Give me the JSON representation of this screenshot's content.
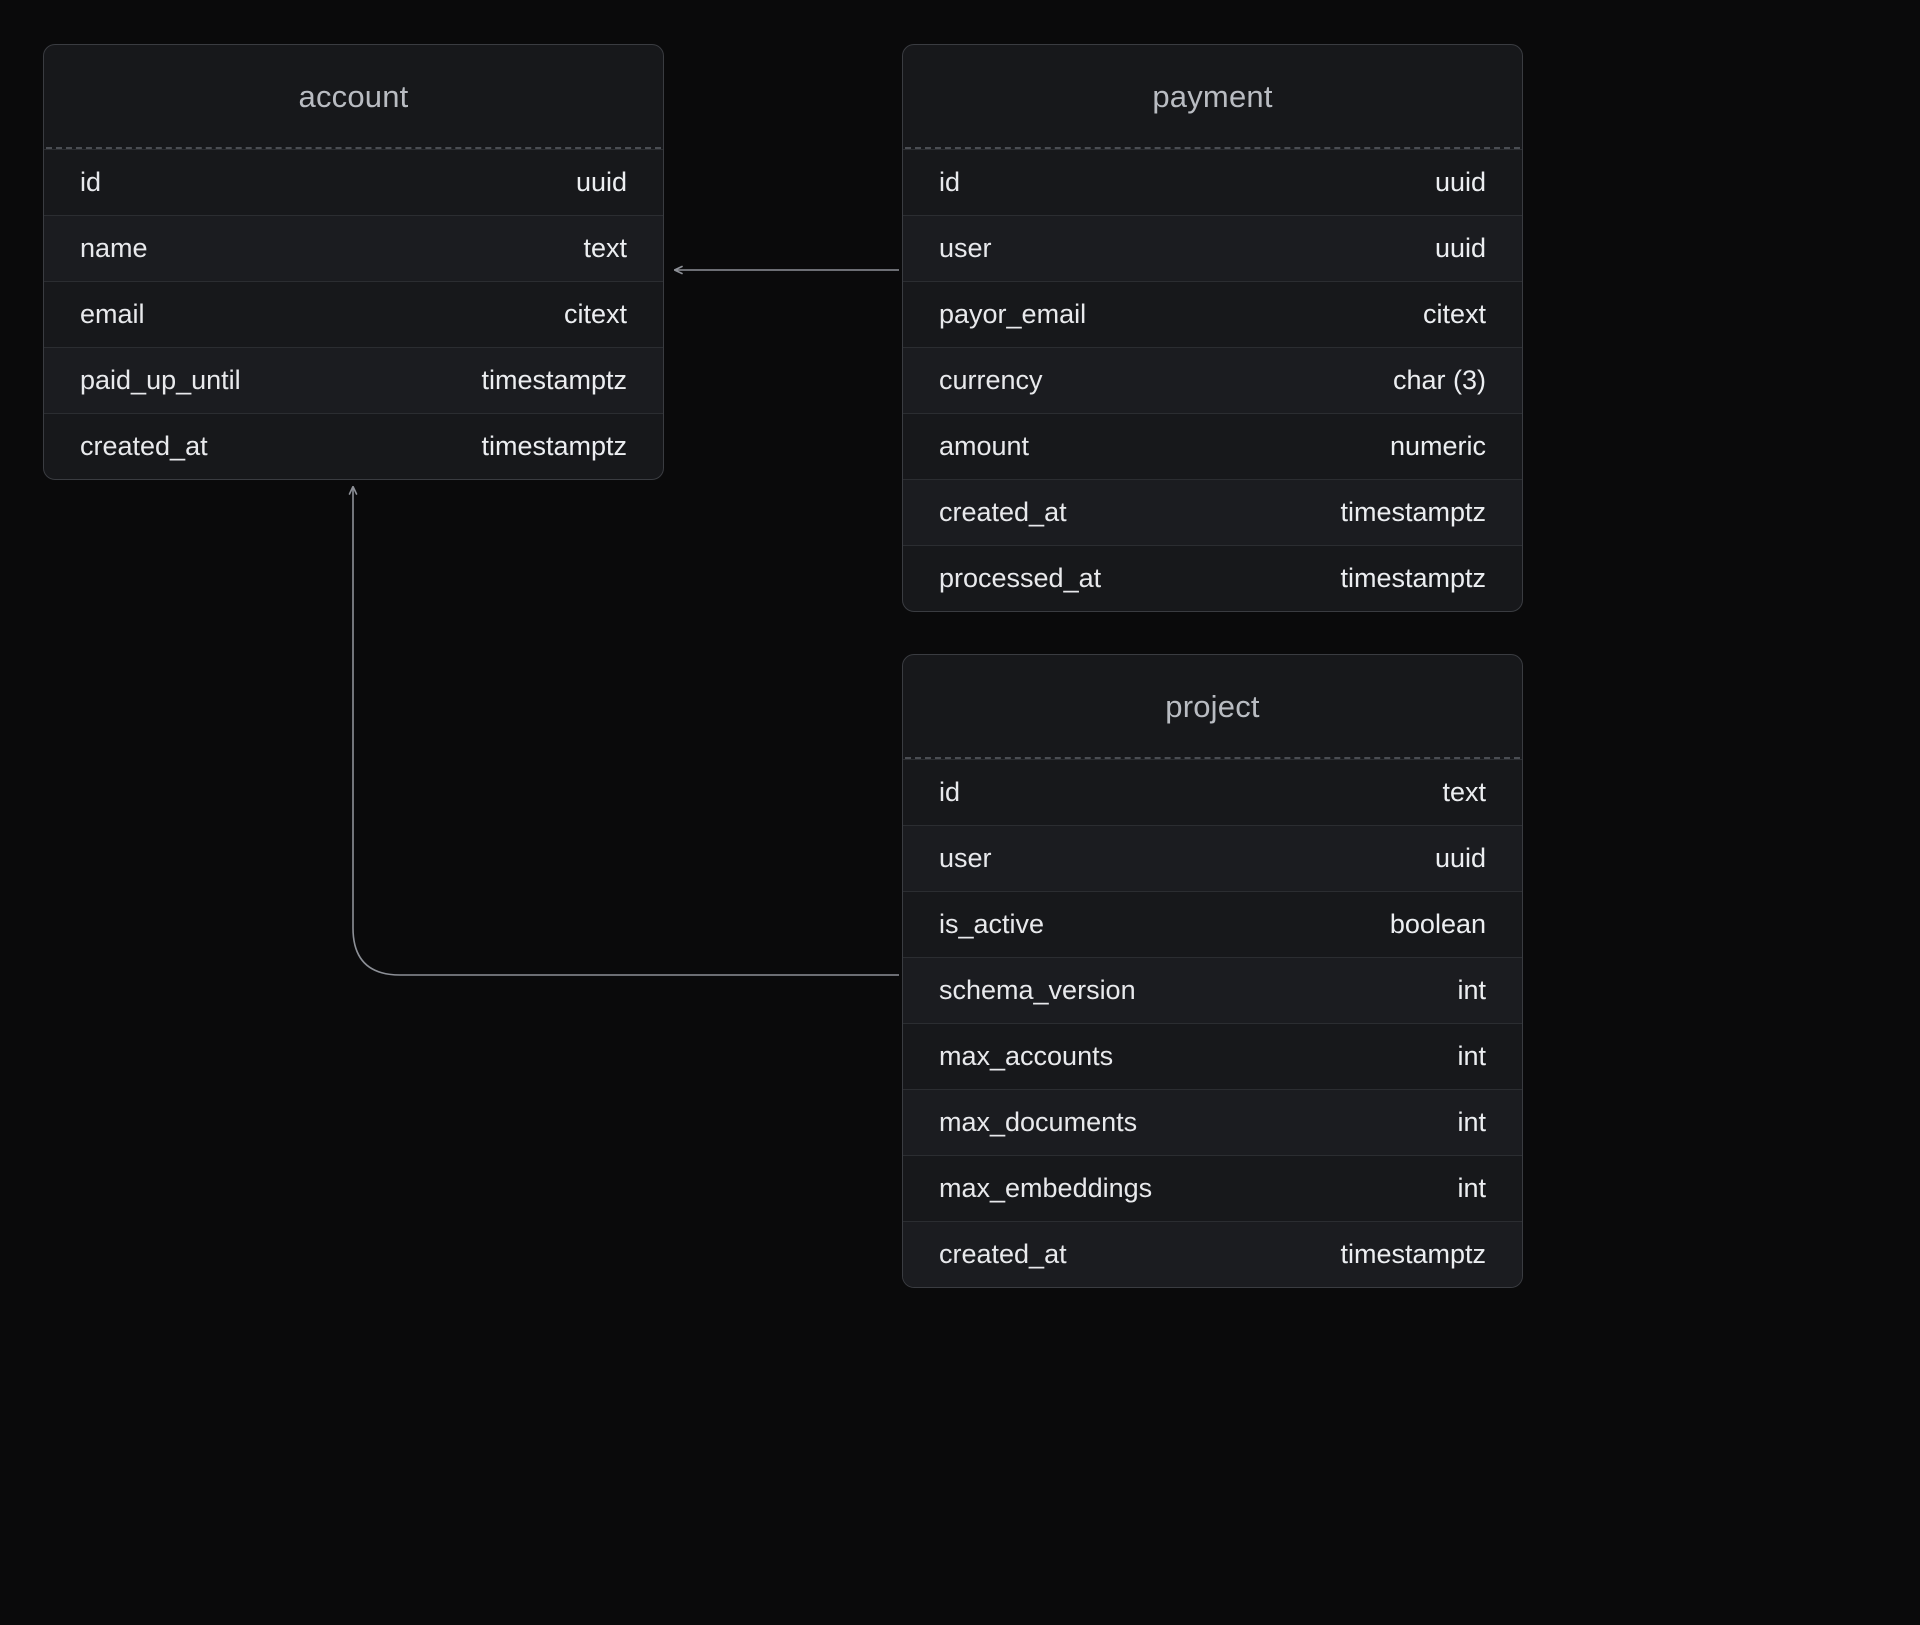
{
  "diagram": {
    "kind": "entity-relationship-diagram",
    "background_color": "#0a0a0b",
    "table_border_color": "#3a3c41",
    "edge_color": "#8d9097",
    "tables": [
      {
        "id": "account",
        "title": "account",
        "fields": [
          {
            "name": "id",
            "type": "uuid"
          },
          {
            "name": "name",
            "type": "text"
          },
          {
            "name": "email",
            "type": "citext"
          },
          {
            "name": "paid_up_until",
            "type": "timestamptz"
          },
          {
            "name": "created_at",
            "type": "timestamptz"
          }
        ]
      },
      {
        "id": "payment",
        "title": "payment",
        "fields": [
          {
            "name": "id",
            "type": "uuid"
          },
          {
            "name": "user",
            "type": "uuid"
          },
          {
            "name": "payor_email",
            "type": "citext"
          },
          {
            "name": "currency",
            "type": "char (3)"
          },
          {
            "name": "amount",
            "type": "numeric"
          },
          {
            "name": "created_at",
            "type": "timestamptz"
          },
          {
            "name": "processed_at",
            "type": "timestamptz"
          }
        ]
      },
      {
        "id": "project",
        "title": "project",
        "fields": [
          {
            "name": "id",
            "type": "text"
          },
          {
            "name": "user",
            "type": "uuid"
          },
          {
            "name": "is_active",
            "type": "boolean"
          },
          {
            "name": "schema_version",
            "type": "int"
          },
          {
            "name": "max_accounts",
            "type": "int"
          },
          {
            "name": "max_documents",
            "type": "int"
          },
          {
            "name": "max_embeddings",
            "type": "int"
          },
          {
            "name": "created_at",
            "type": "timestamptz"
          }
        ]
      }
    ],
    "relationships": [
      {
        "id": "payment-to-account",
        "from": "payment",
        "to": "account",
        "style": "straight-arrow"
      },
      {
        "id": "project-to-account",
        "from": "project",
        "to": "account",
        "style": "elbow-arrow"
      }
    ]
  }
}
